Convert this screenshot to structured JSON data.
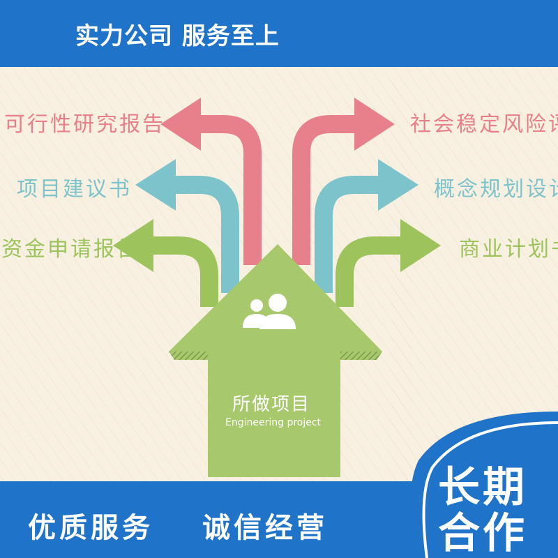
{
  "header": {
    "slogan": "实力公司 服务至上"
  },
  "left_items": [
    {
      "label": "可行性研究报告",
      "color": "#e7808a"
    },
    {
      "label": "项目建议书",
      "color": "#7cc3cb"
    },
    {
      "label": "资金申请报告",
      "color": "#9cc35c"
    }
  ],
  "right_items": [
    {
      "label": "社会稳定风险评估",
      "color": "#e7808a"
    },
    {
      "label": "概念规划设计",
      "color": "#7cc3cb"
    },
    {
      "label": "商业计划书",
      "color": "#9cc35c"
    }
  ],
  "center": {
    "title": "所做项目",
    "subtitle": "Engineering project",
    "icon": "people-icon"
  },
  "footer": {
    "slogan_1": "优质服务",
    "slogan_2": "诚信经营"
  },
  "badge": {
    "line_1": "长期",
    "line_2": "合作"
  },
  "colors": {
    "blue": "#1f73c9",
    "cream": "#f8f1e2",
    "pink": "#e7808a",
    "teal": "#7cc3cb",
    "green": "#9cc35c",
    "arrow_green": "#a8c86c"
  }
}
